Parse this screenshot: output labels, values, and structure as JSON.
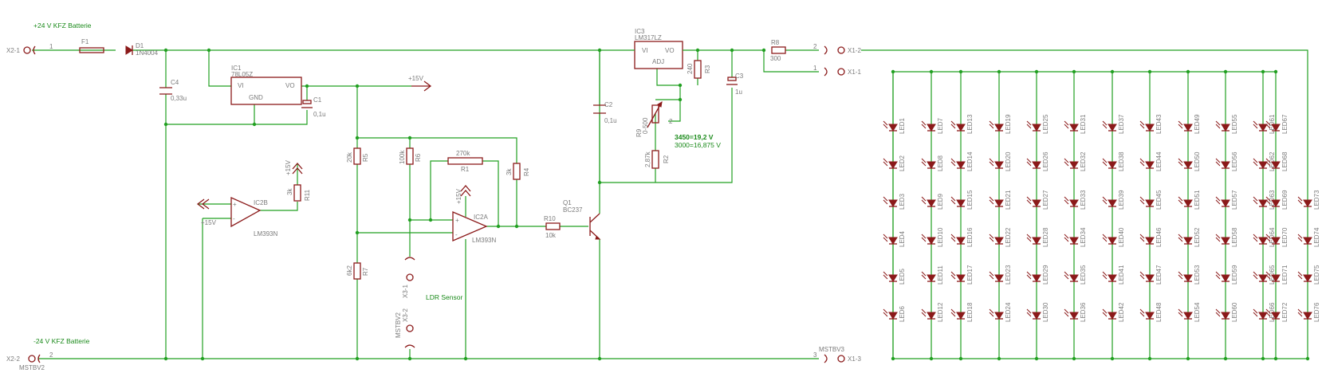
{
  "colors": {
    "wire": "#22a022",
    "component": "#8b1a1a",
    "label": "#7a7a7a",
    "net_label": "#1a8a1a"
  },
  "labels": {
    "plus24": "+24 V KFZ Batterie",
    "minus24": "-24 V KFZ Batterie",
    "ldr": "LDR Sensor",
    "note1": "3450=19,2 V",
    "note2": "3000=16,875 V",
    "plus15": "+15V"
  },
  "connectors": {
    "x21": "X2-1",
    "x22": "X2-2",
    "mstbv2a": "MSTBV2",
    "x12": "X1-2",
    "x11": "X1-1",
    "x13": "X1-3",
    "mstbv3": "MSTBV3",
    "x31": "X3-1",
    "x32": "X3-2",
    "mstbv2b": "MSTBV2",
    "pin1": "1",
    "pin2": "2",
    "pin3": "3"
  },
  "parts": {
    "f1": "F1",
    "d1": "D1",
    "d1v": "1N4004",
    "c4": "C4",
    "c4v": "0,33u",
    "ic1": "IC1",
    "ic1v": "78L05Z",
    "vi": "VI",
    "vo": "VO",
    "gnd": "GND",
    "c1": "C1",
    "c1v": "0,1u",
    "ic2b": "IC2B",
    "ic2bv": "LM393N",
    "r11": "R11",
    "r11v": "3k",
    "r5": "R5",
    "r5v": "20k",
    "r6": "R6",
    "r6v": "100k",
    "r1": "R1",
    "r1v": "270k",
    "r4": "R4",
    "r4v": "3k",
    "r7": "R7",
    "r7v": "6k2",
    "ic2a": "IC2A",
    "ic2av": "LM393N",
    "r10": "R10",
    "r10v": "10k",
    "q1": "Q1",
    "q1v": "BC237",
    "c2": "C2",
    "c2v": "0,1u",
    "ic3": "IC3",
    "ic3v": "LM317LZ",
    "adj": "ADJ",
    "r3": "R3",
    "r3v": "240",
    "r9": "R9",
    "r9v": "0-500",
    "r2": "R2",
    "r2v": "2,87k",
    "c3": "C3",
    "c3v": "1u",
    "r8": "R8",
    "r8v": "300"
  },
  "leds": {
    "grid": [
      [
        "LED1",
        "LED2",
        "LED3",
        "LED4",
        "LED5",
        "LED6"
      ],
      [
        "LED7",
        "LED8",
        "LED9",
        "LED10",
        "LED11",
        "LED12"
      ],
      [
        "LED13",
        "LED14",
        "LED15",
        "LED16",
        "LED17",
        "LED18"
      ],
      [
        "LED19",
        "LED20",
        "LED21",
        "LED22",
        "LED23",
        "LED24"
      ],
      [
        "LED25",
        "LED26",
        "LED27",
        "LED28",
        "LED29",
        "LED30"
      ],
      [
        "LED31",
        "LED32",
        "LED33",
        "LED34",
        "LED35",
        "LED36"
      ],
      [
        "LED37",
        "LED38",
        "LED39",
        "LED40",
        "LED41",
        "LED42"
      ],
      [
        "LED43",
        "LED44",
        "LED45",
        "LED46",
        "LED47",
        "LED48"
      ],
      [
        "LED49",
        "LED50",
        "LED51",
        "LED52",
        "LED53",
        "LED54"
      ],
      [
        "LED55",
        "LED56",
        "LED57",
        "LED58",
        "LED59",
        "LED60"
      ],
      [
        "LED61",
        "LED62",
        "LED63",
        "LED64",
        "LED65",
        "LED66"
      ],
      [
        "LED67",
        "LED68",
        "LED69",
        "LED70",
        "LED71",
        "LED72"
      ]
    ],
    "extra": [
      "LED73",
      "LED74",
      "LED75",
      "LED76"
    ]
  }
}
